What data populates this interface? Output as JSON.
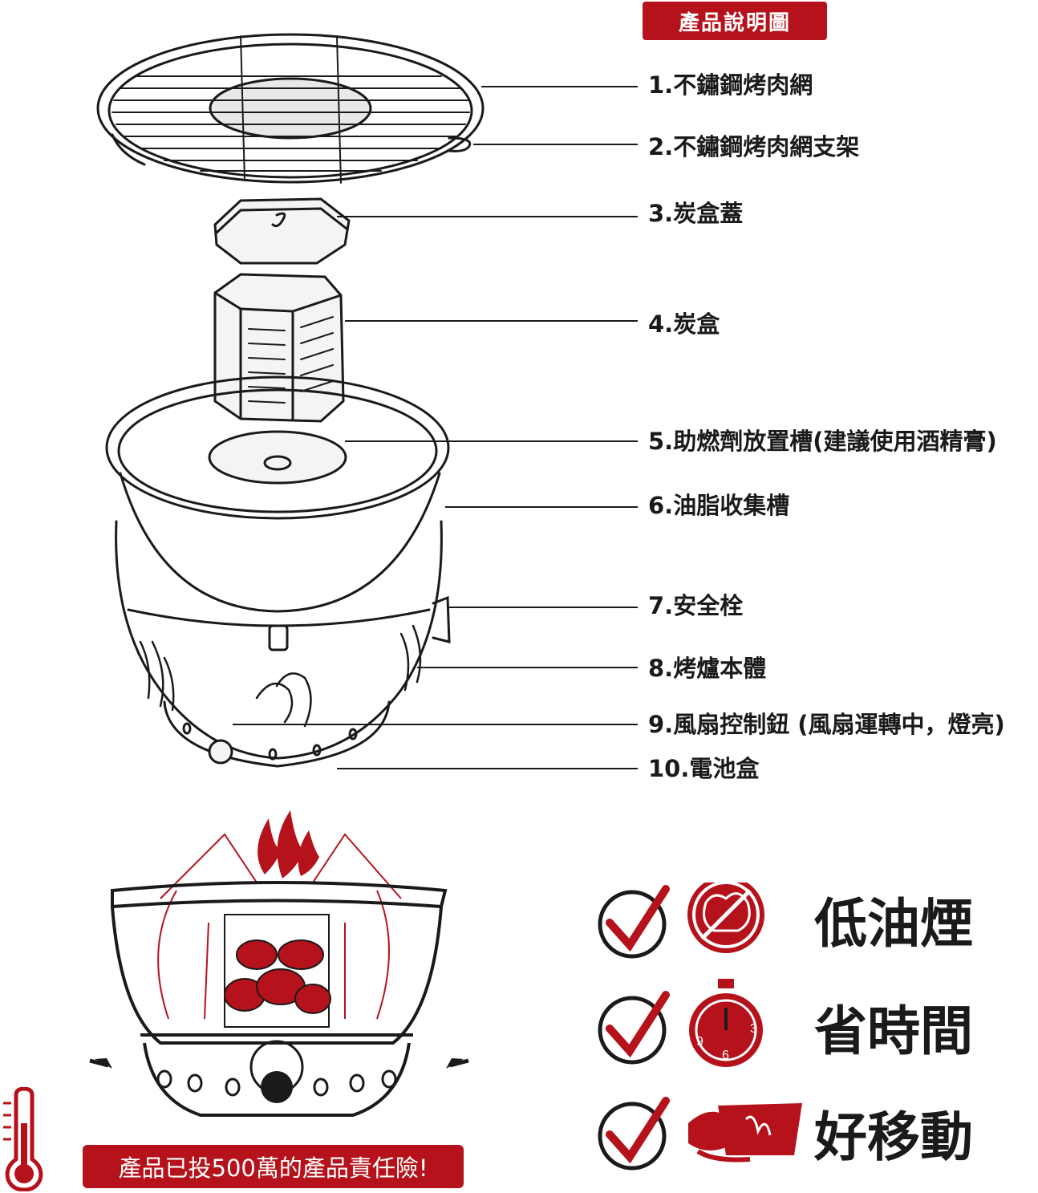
{
  "title": "產品說明圖",
  "parts": [
    {
      "label": "1.不鏽鋼烤肉網"
    },
    {
      "label": "2.不鏽鋼烤肉網支架"
    },
    {
      "label": "3.炭盒蓋"
    },
    {
      "label": "4.炭盒"
    },
    {
      "label": "5.助燃劑放置槽(建議使用酒精膏)"
    },
    {
      "label": "6.油脂收集槽"
    },
    {
      "label": "7.安全栓"
    },
    {
      "label": "8.烤爐本體"
    },
    {
      "label": "9.風扇控制鈕 (風扇運轉中，燈亮)"
    },
    {
      "label": "10.電池盒"
    }
  ],
  "features": [
    {
      "label": "低油煙",
      "icon": "no-smoke-icon"
    },
    {
      "label": "省時間",
      "icon": "stopwatch-icon"
    },
    {
      "label": "好移動",
      "icon": "portable-grill-icon"
    }
  ],
  "timer_digits": {
    "three": "3",
    "six": "6",
    "nine": "9"
  },
  "insurance_text": "產品已投500萬的產品責任險!",
  "colors": {
    "accent": "#b5121b",
    "ink": "#1a1a1a",
    "background": "#ffffff"
  }
}
